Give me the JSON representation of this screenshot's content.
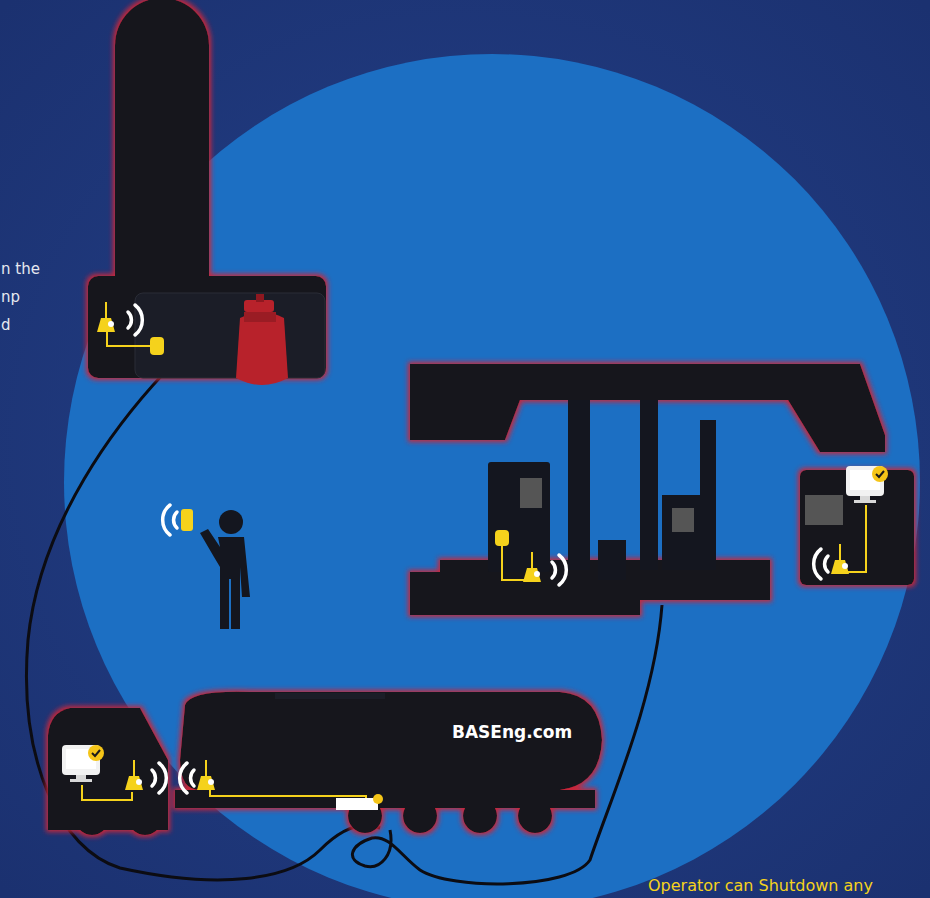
{
  "diagram": {
    "labels": [
      "n the",
      "np",
      "d",
      "BASEng.com",
      "Operator can Shutdown any"
    ]
  }
}
